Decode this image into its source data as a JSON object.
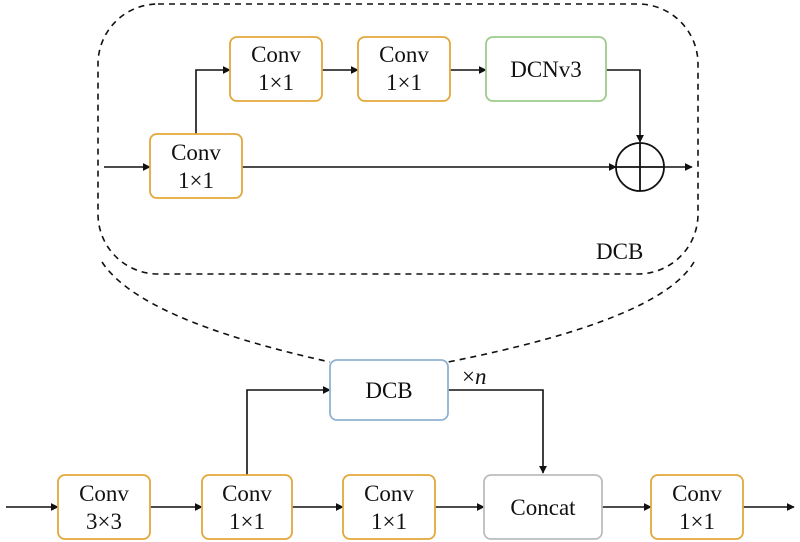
{
  "colors": {
    "orange": "#E3A73A",
    "green": "#9CCB8A",
    "blue": "#8FB3D3",
    "gray": "#BDBDBD",
    "line": "#111111"
  },
  "dcb_block": {
    "label": "DCB",
    "conv_in": {
      "line1": "Conv",
      "line2": "1×1"
    },
    "conv_a": {
      "line1": "Conv",
      "line2": "1×1"
    },
    "conv_b": {
      "line1": "Conv",
      "line2": "1×1"
    },
    "dcnv3": {
      "label": "DCNv3"
    },
    "sum_icon": "circle-plus-icon"
  },
  "main_flow": {
    "conv_3x3": {
      "line1": "Conv",
      "line2": "3×3"
    },
    "conv_1": {
      "line1": "Conv",
      "line2": "1×1"
    },
    "conv_2": {
      "line1": "Conv",
      "line2": "1×1"
    },
    "dcb": {
      "label": "DCB"
    },
    "repeat": {
      "symbol": "×",
      "var": "n"
    },
    "concat": {
      "label": "Concat"
    },
    "conv_out": {
      "line1": "Conv",
      "line2": "1×1"
    }
  }
}
